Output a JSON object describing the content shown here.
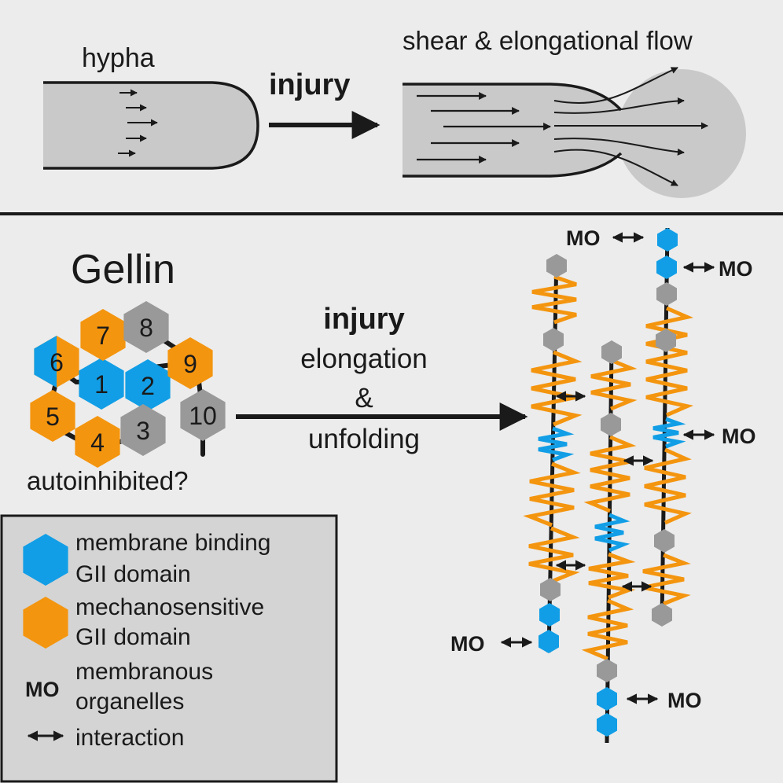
{
  "top": {
    "hypha_label": "hypha",
    "injury_label": "injury",
    "flow_label": "shear & elongational flow"
  },
  "gellin": {
    "title": "Gellin",
    "domain_numbers": [
      "1",
      "2",
      "3",
      "4",
      "5",
      "6",
      "7",
      "8",
      "9",
      "10"
    ],
    "autoinhibited_label": "autoinhibited?"
  },
  "process": {
    "injury": "injury",
    "elongation": "elongation",
    "and": "&",
    "unfolding": "unfolding"
  },
  "chains": {
    "mo_label": "MO"
  },
  "legend": {
    "membrane_line1": "membrane binding",
    "membrane_line2": "GII domain",
    "mechano_line1": "mechanosensitive",
    "mechano_line2": "GII domain",
    "mo_abbr": "MO",
    "mo_line1": "membranous",
    "mo_line2": "organelles",
    "interaction": "interaction"
  },
  "colors": {
    "blue": "#119ee6",
    "orange": "#f4950f",
    "gray": "#999999",
    "hypha_fill": "#c9c9c9",
    "background": "#ececec",
    "legend_fill": "#d4d4d4",
    "ink": "#1a1a1a"
  }
}
